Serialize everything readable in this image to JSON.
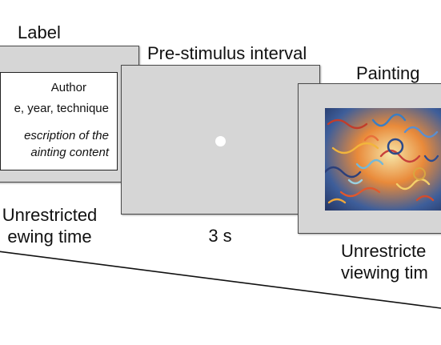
{
  "label_panel": {
    "title": "Label",
    "card": {
      "author": "Author",
      "details": "e, year, technique",
      "description_line1": "escription of the",
      "description_line2": "ainting content"
    },
    "caption_line1": "Unrestricted",
    "caption_line2": "ewing time"
  },
  "prestimulus_panel": {
    "title": "Pre-stimulus interval",
    "caption": "3 s"
  },
  "painting_panel": {
    "title": "Painting",
    "caption_line1": "Unrestricte",
    "caption_line2": "viewing tim"
  },
  "colors": {
    "screen_fill": "#d6d6d6",
    "screen_border": "#4a4a4a",
    "background": "#ffffff"
  }
}
